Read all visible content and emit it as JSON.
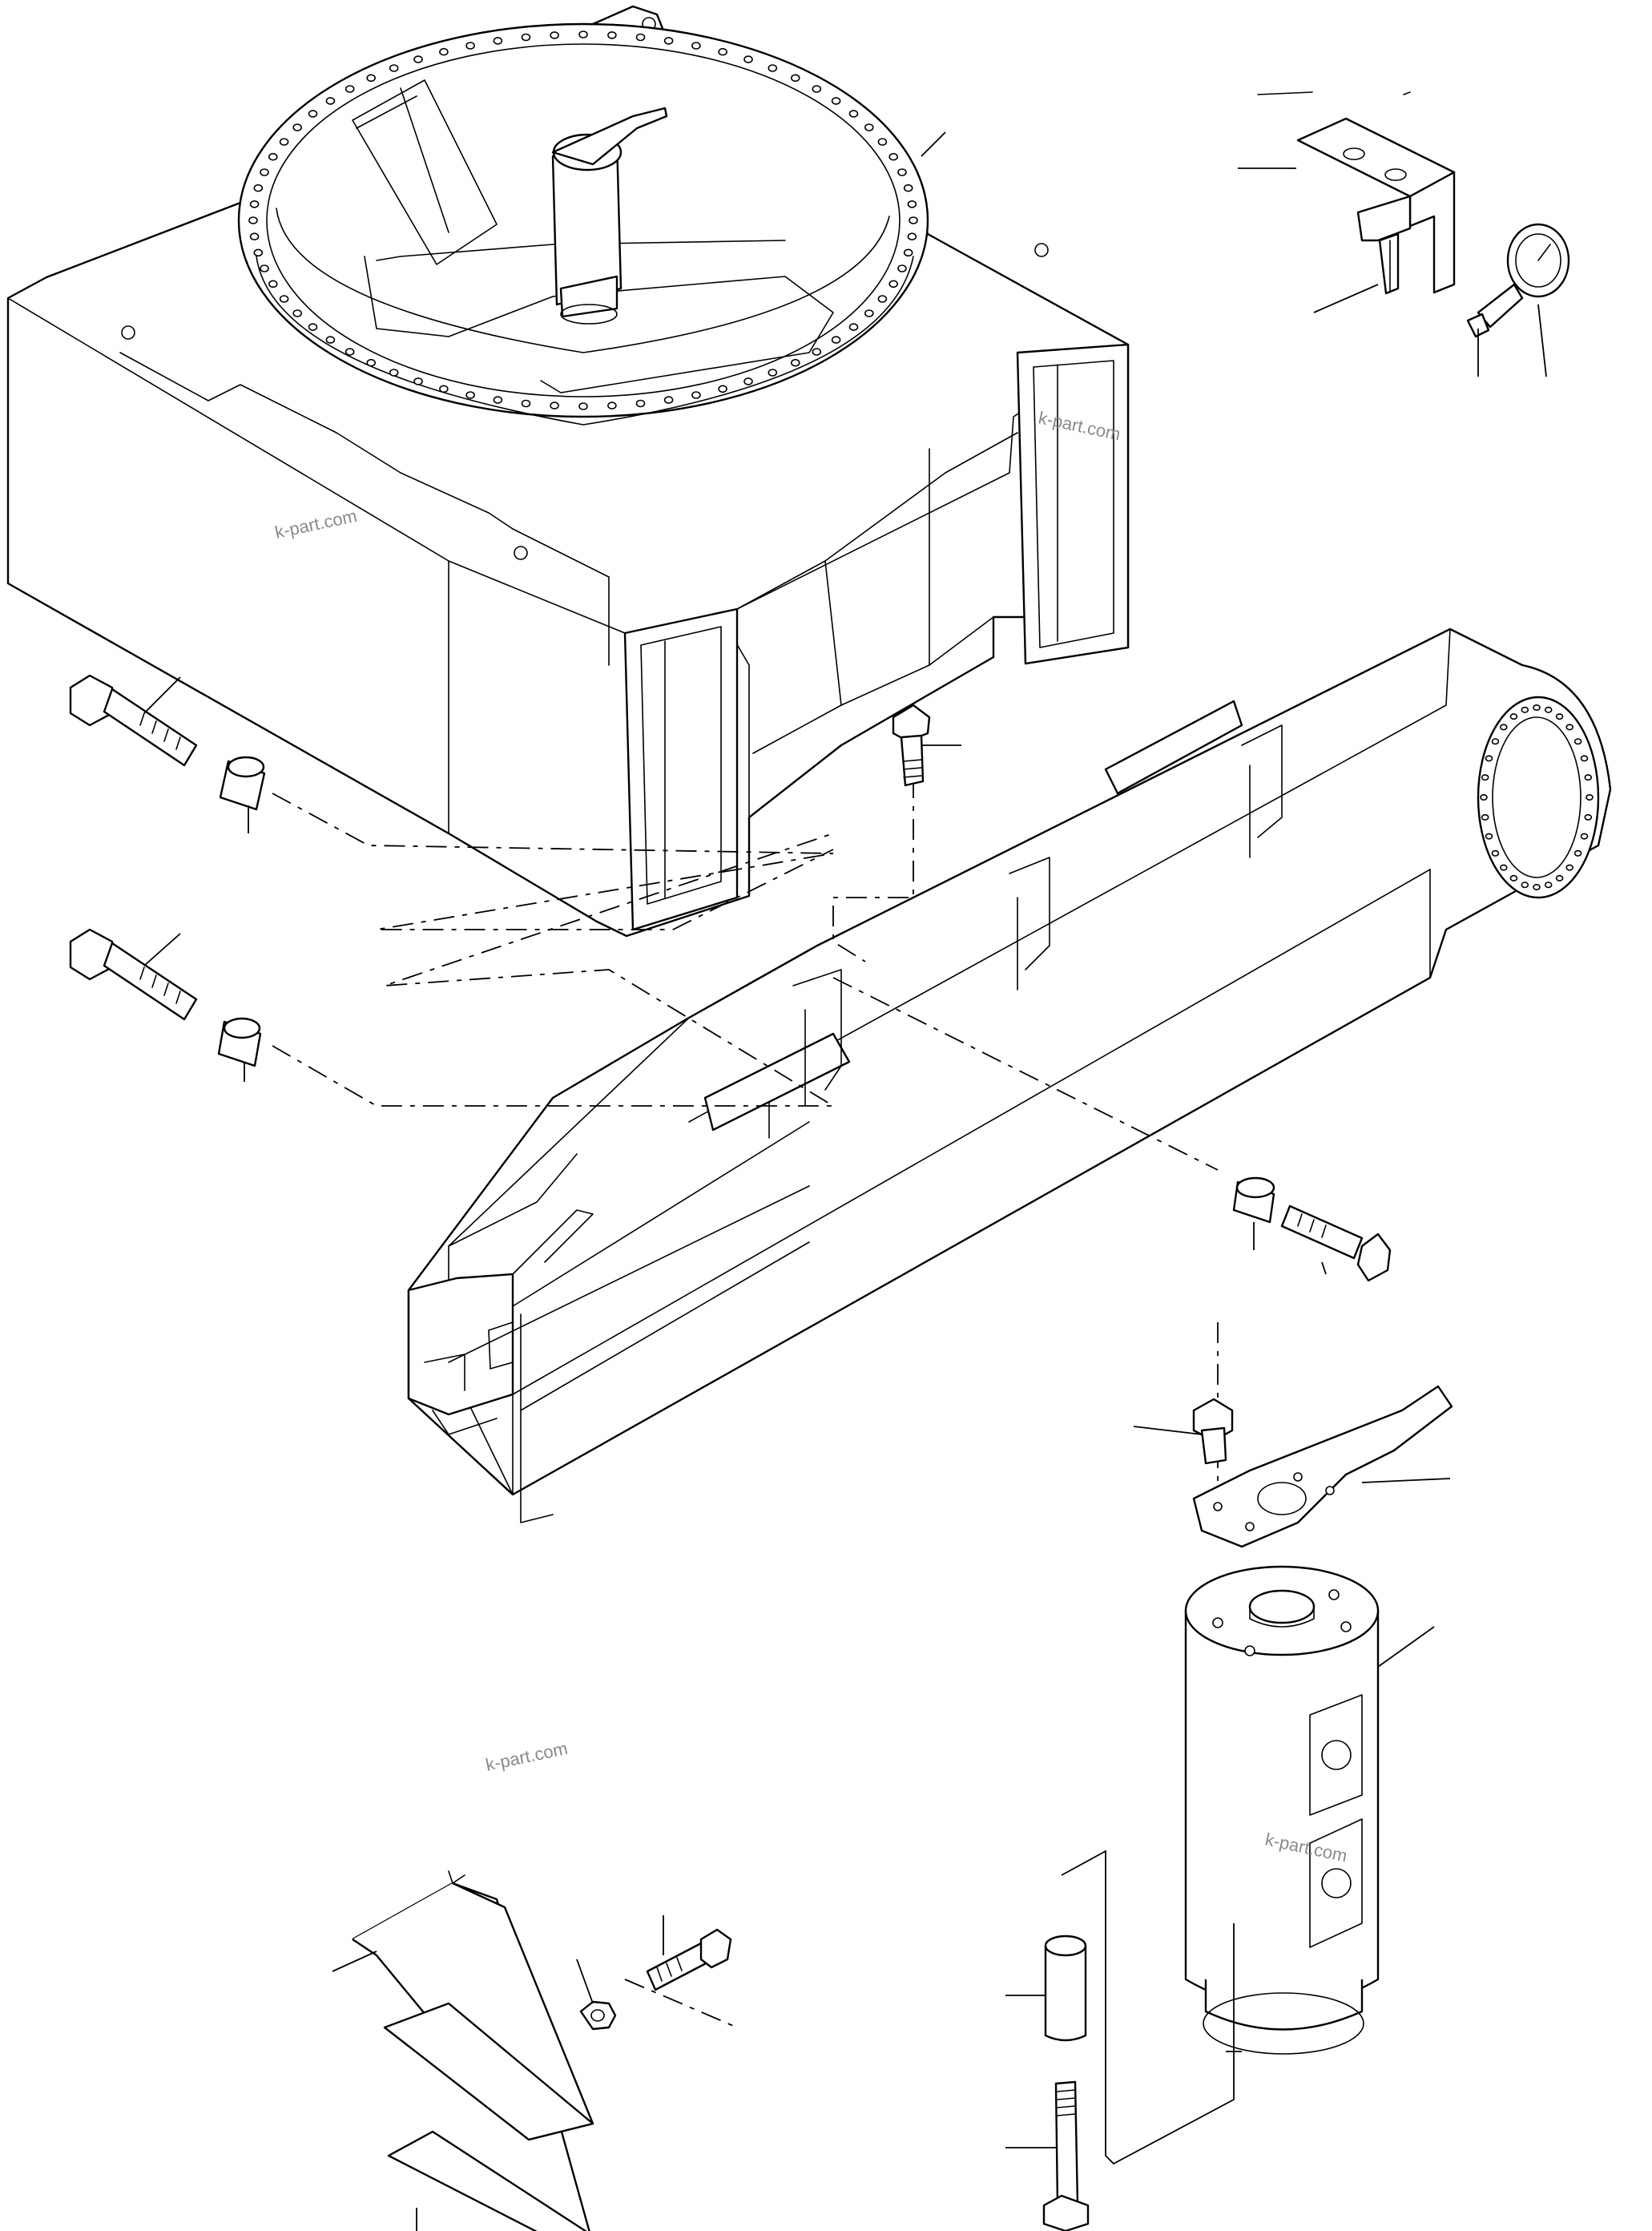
{
  "watermarks": [
    {
      "text": "k-part.com",
      "id": "wm-1"
    },
    {
      "text": "k-part.com",
      "id": "wm-2"
    },
    {
      "text": "k-part.com",
      "id": "wm-3"
    },
    {
      "text": "k-part.com",
      "id": "wm-4"
    }
  ]
}
